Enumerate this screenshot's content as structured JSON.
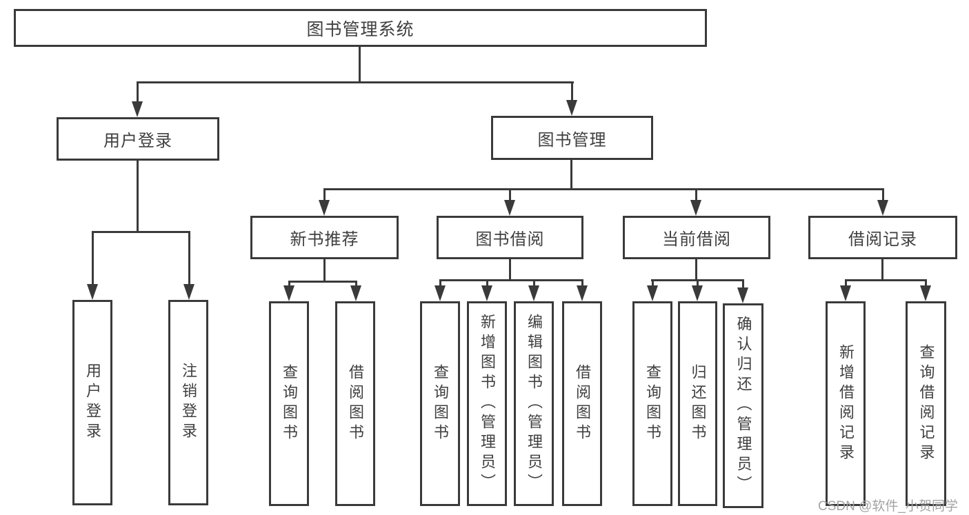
{
  "diagram": {
    "root": {
      "label": "图书管理系统"
    },
    "level2": [
      {
        "label": "用户登录"
      },
      {
        "label": "图书管理"
      }
    ],
    "level3": [
      {
        "label": "新书推荐"
      },
      {
        "label": "图书借阅"
      },
      {
        "label": "当前借阅"
      },
      {
        "label": "借阅记录"
      }
    ],
    "leaves": {
      "user_login": [
        "用户登录",
        "注销登录"
      ],
      "new_book": [
        "查询图书",
        "借阅图书"
      ],
      "book_borrow": [
        "查询图书",
        "新增图书（管理员）",
        "编辑图书（管理员）",
        "借阅图书"
      ],
      "current_borrow": [
        "查询图书",
        "归还图书",
        "确认归还（管理员）"
      ],
      "borrow_records": [
        "新增借阅记录",
        "查询借阅记录"
      ]
    }
  },
  "watermark": {
    "text": "CSDN @软件_小贺同学"
  },
  "colors": {
    "line": "#3a3a3a",
    "text": "#3f3f3f",
    "watermark": "#a3a3a3",
    "background": "#ffffff"
  }
}
